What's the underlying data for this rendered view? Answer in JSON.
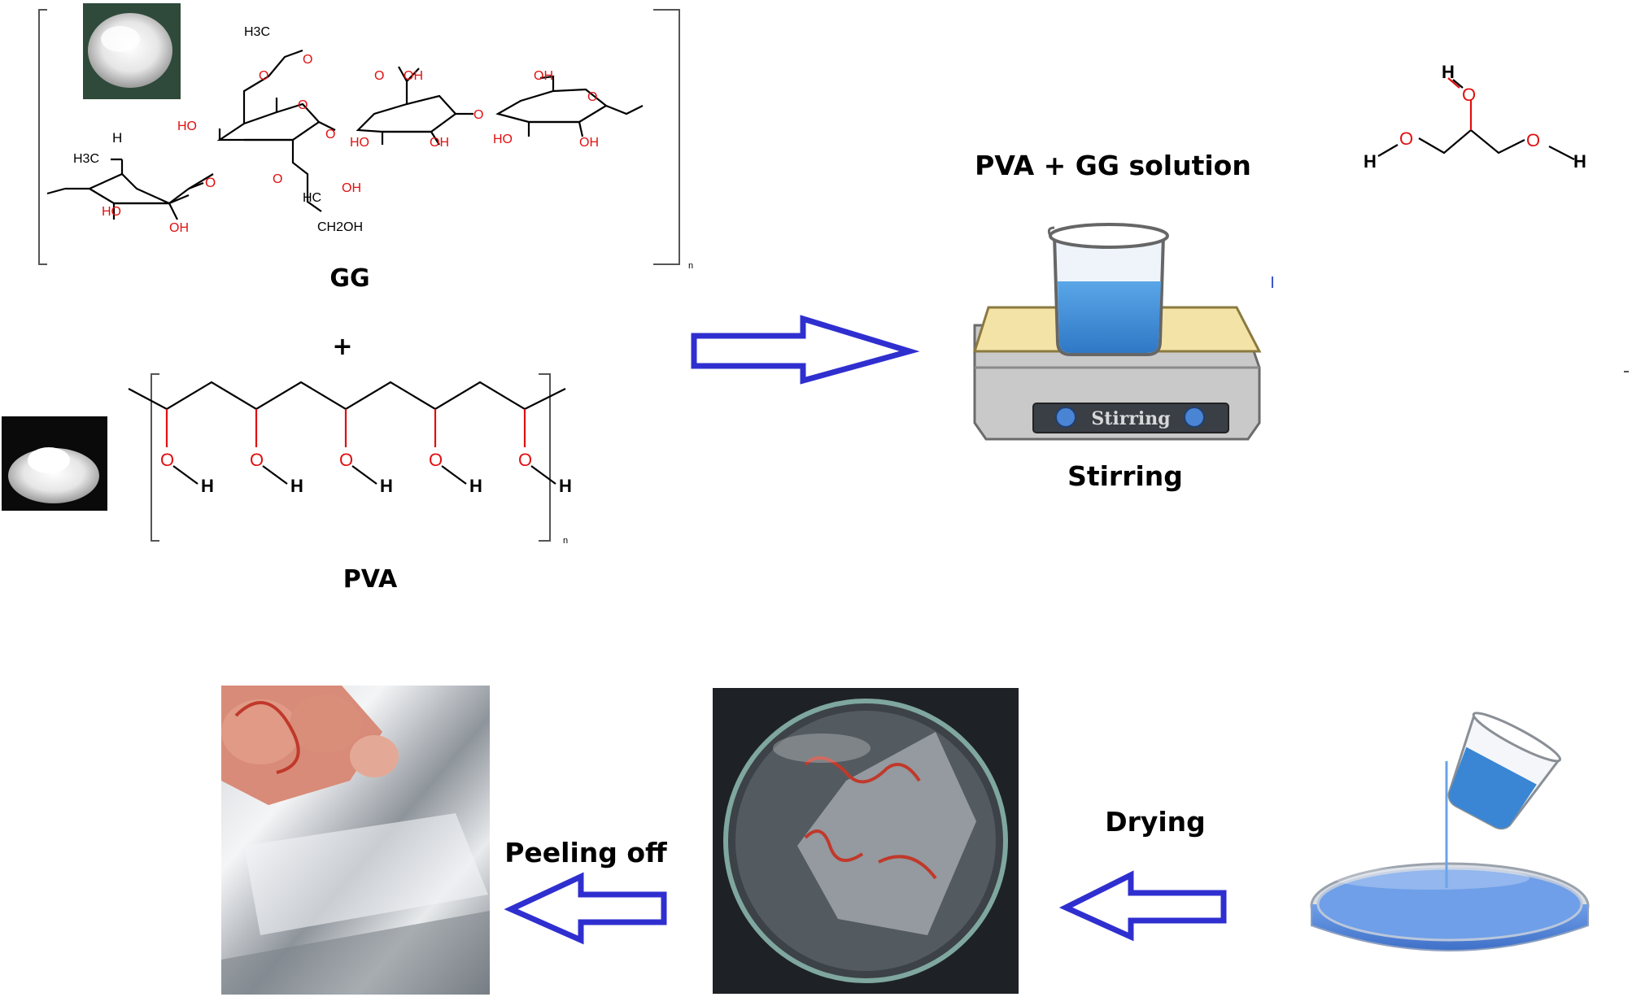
{
  "labels": {
    "gg": "GG",
    "plus": "+",
    "pva": "PVA",
    "pva_gg_solution": "PVA + GG solution",
    "stirring": "Stirring",
    "stirrer_panel": "Stirring",
    "drying": "Drying",
    "peeling_off": "Peeling off"
  },
  "structure_text": {
    "gg": {
      "acetyl_ch3": "H3C",
      "acetyl_o": "O",
      "cooh_oh": "OH",
      "cooh_o": "O",
      "ring4_oh_top": "OH",
      "ho_1": "HO",
      "ring_ch3": "H3C",
      "h_1": "H",
      "ho_2": "HO",
      "oh_2": "OH",
      "glyceryl_hc": "HC",
      "glyceryl_oh": "OH",
      "ch2oh": "CH2OH",
      "ho_3": "HO",
      "oh_3": "OH",
      "ho_4": "HO",
      "oh_4": "OH",
      "subscript_n": "n"
    },
    "pva": {
      "o": "O",
      "h": "H",
      "subscript_n": "n"
    },
    "glycerol": {
      "o": "O",
      "h": "H"
    }
  },
  "colors": {
    "arrow_blue": "#2f2fd0",
    "oxygen_red": "#e01010",
    "solution_blue": "#3a86d4",
    "stirrer_top": "#f3e3a6",
    "stirrer_body": "#c9c9c9",
    "petri_blue": "#5b8fe0"
  },
  "icons": [
    "gg-powder-photo",
    "pva-powder-photo",
    "beaker-on-magnetic-stirrer-icon",
    "solution-pouring-into-petri-dish-icon",
    "dried-film-in-petri-dish-photo",
    "peeled-film-photo"
  ]
}
